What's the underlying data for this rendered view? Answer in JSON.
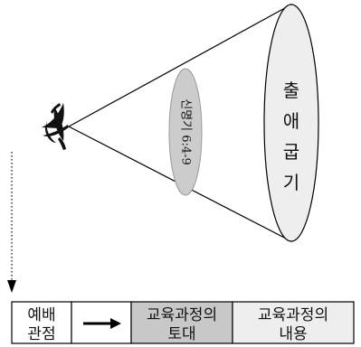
{
  "inner_ellipse_label": "신명기 6:4-9",
  "outer_ellipse_chars": [
    "출",
    "애",
    "굽",
    "기"
  ],
  "bottom_row": {
    "cell1": [
      "예배",
      "관점"
    ],
    "cell3": [
      "교육과정의",
      "토대"
    ],
    "cell4": [
      "교육과정의",
      "내용"
    ]
  },
  "colors": {
    "inner_ellipse_fill": "#cccccc",
    "outer_ellipse_fill": "#eeeeee",
    "foundation_cell_fill": "#c8c8c8",
    "content_cell_fill": "#eeeeee",
    "line": "#000000"
  },
  "icons": {
    "apex_symbol": "flame-cross-symbol",
    "arrow": "right-arrow-icon",
    "dotted_arrow": "dotted-down-arrow-icon"
  }
}
